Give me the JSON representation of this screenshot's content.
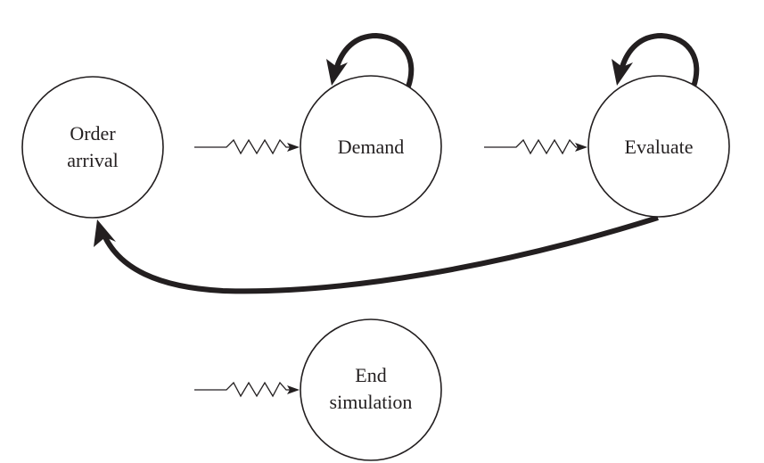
{
  "colors": {
    "ink": "#231f20",
    "background": "#ffffff"
  },
  "nodes": [
    {
      "id": "order-arrival",
      "lines": [
        "Order",
        "arrival"
      ]
    },
    {
      "id": "demand",
      "lines": [
        "Demand"
      ]
    },
    {
      "id": "evaluate",
      "lines": [
        "Evaluate"
      ]
    },
    {
      "id": "end-simulation",
      "lines": [
        "End",
        "simulation"
      ]
    }
  ],
  "edges": [
    {
      "from": "evaluate",
      "to": "order-arrival",
      "style": "thick-arc"
    },
    {
      "from": "demand",
      "to": "demand",
      "style": "thick-self-loop"
    },
    {
      "from": "evaluate",
      "to": "evaluate",
      "style": "thick-self-loop"
    },
    {
      "to": "demand",
      "style": "zigzag-scheduling-arrow"
    },
    {
      "to": "evaluate",
      "style": "zigzag-scheduling-arrow"
    },
    {
      "to": "end-simulation",
      "style": "zigzag-scheduling-arrow"
    }
  ]
}
